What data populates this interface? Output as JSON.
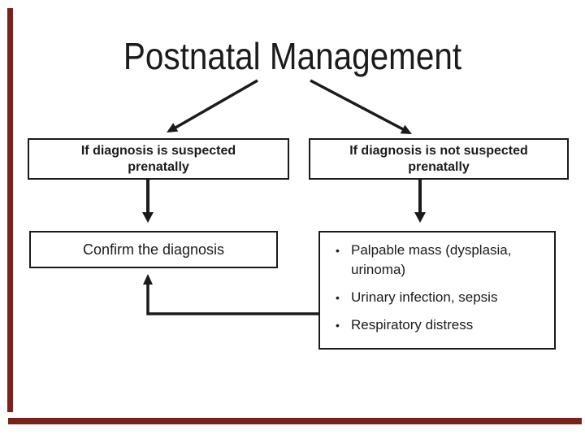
{
  "slide": {
    "title": "Postnatal Management",
    "background_color": "#ffffff",
    "ink_color": "#1b1b1b",
    "accent_color": "#7a211a",
    "bullet_glyph": "•"
  },
  "flowchart": {
    "branches": {
      "left": {
        "condition": "If diagnosis is suspected prenatally",
        "action": "Confirm the diagnosis"
      },
      "right": {
        "condition": "If diagnosis is not suspected prenatally",
        "signs": [
          "Palpable mass (dysplasia, urinoma)",
          "Urinary infection, sepsis",
          "Respiratory distress"
        ]
      }
    },
    "connectors": [
      "title-to-left-condition",
      "title-to-right-condition",
      "left-condition-to-action",
      "right-condition-to-signs",
      "signs-to-action"
    ]
  }
}
